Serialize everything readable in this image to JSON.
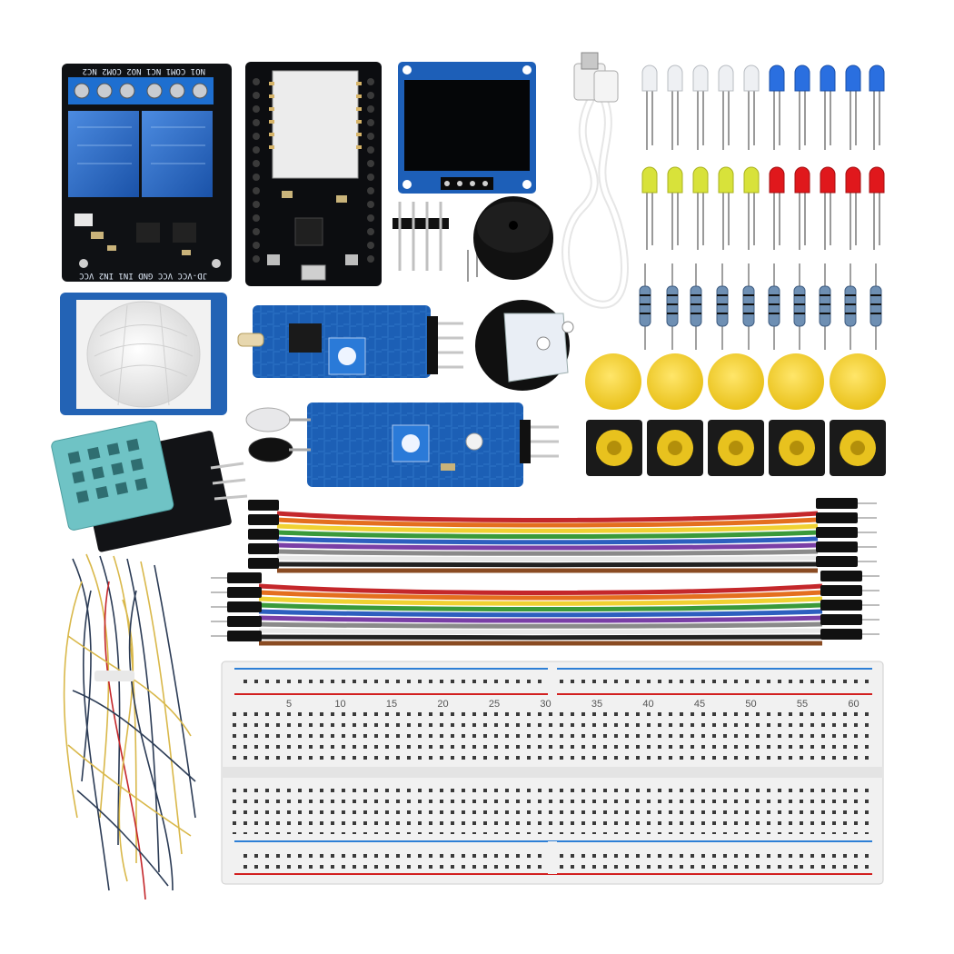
{
  "relay_module": {
    "terminal_labels": "NO1 COM1 NC1 NO2 COM2 NC2",
    "pin_labels": "JD-VCC VCC GND IN1 IN2 VCC"
  },
  "breadboard": {
    "column_numbers": [
      "5",
      "10",
      "15",
      "20",
      "25",
      "30",
      "35",
      "40",
      "45",
      "50",
      "55",
      "60"
    ]
  },
  "colors": {
    "pcb_blue": "#1d63b8",
    "pcb_black": "#101214",
    "led_blue": "#2a6fe0",
    "led_yellow": "#d8e23a",
    "led_red": "#e0181c",
    "button_yellow": "#f6d52a",
    "dht_body": "#6fc3c5",
    "breadboard": "#f1f1f1"
  }
}
